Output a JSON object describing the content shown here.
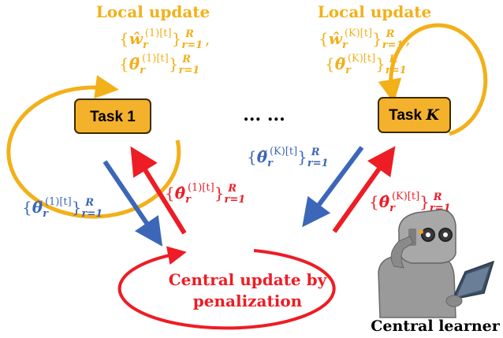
{
  "colors": {
    "local": "#f2b019",
    "upload": "#3c67b8",
    "download": "#ee1c24",
    "task_fill": "#f4b12c",
    "task_stroke": "#3a2b00",
    "robot": "#8f8f8f"
  },
  "local_left": {
    "title": "Local update",
    "line1": {
      "base": "{",
      "sym": "ŵ",
      "sub": "r",
      "sup": "(1)[t]",
      "close": "}",
      "rsub": "r=1",
      "rsup": "R",
      "trail": ","
    },
    "line2": {
      "base": "{",
      "sym": "θ̃",
      "sub": "r",
      "sup": "(1)[t]",
      "close": "}",
      "rsub": "r=1",
      "rsup": "R",
      "trail": ""
    }
  },
  "local_right": {
    "title": "Local update",
    "line1": {
      "base": "{",
      "sym": "ŵ",
      "sub": "r",
      "sup": "(K)[t]",
      "close": "}",
      "rsub": "r=1",
      "rsup": "R",
      "trail": ","
    },
    "line2": {
      "base": "{",
      "sym": "θ̃",
      "sub": "r",
      "sup": "(K)[t]",
      "close": "}",
      "rsub": "r=1",
      "rsup": "R",
      "trail": ""
    }
  },
  "task1": {
    "prefix": "Task",
    "index": "1"
  },
  "taskK": {
    "prefix": "Task",
    "index": "K"
  },
  "ellipsis": "... ...",
  "upload_left": {
    "base": "{",
    "sym": "θ̃",
    "sub": "r",
    "sup": "(1)[t]",
    "close": "}",
    "rsub": "r=1",
    "rsup": "R"
  },
  "download_left": {
    "base": "{",
    "sym": "θ̂",
    "sub": "r",
    "sup": "(1)[t]",
    "close": "}",
    "rsub": "r=1",
    "rsup": "R"
  },
  "upload_right": {
    "base": "{",
    "sym": "θ̃",
    "sub": "r",
    "sup": "(K)[t]",
    "close": "}",
    "rsub": "r=1",
    "rsup": "R"
  },
  "download_right": {
    "base": "{",
    "sym": "θ̂",
    "sub": "r",
    "sup": "(K)[t]",
    "close": "}",
    "rsub": "r=1",
    "rsup": "R"
  },
  "central": {
    "line1": "Central update by",
    "line2": "penalization"
  },
  "learner_label": "Central learner"
}
